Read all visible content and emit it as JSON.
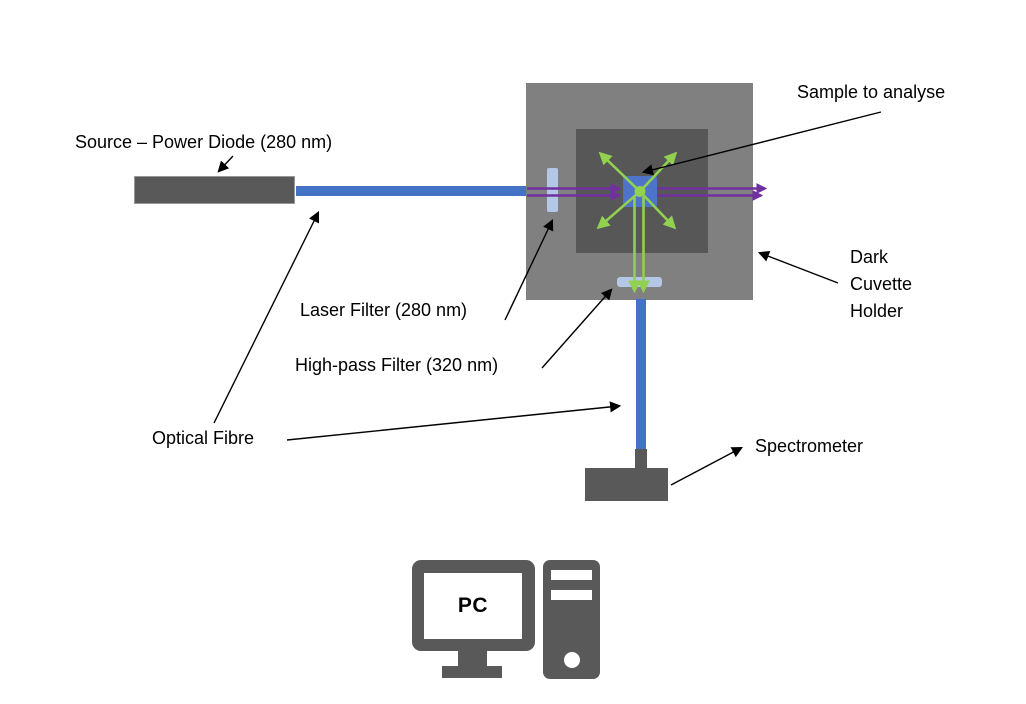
{
  "colors": {
    "background": "#ffffff",
    "text": "#000000",
    "component_gray": "#595959",
    "holder_gray": "#808080",
    "holder_inner_gray": "#575757",
    "fibre_blue": "#4472c4",
    "cuvette_blue": "#4d74c8",
    "filter_light_blue": "#b4c7e7",
    "beam_purple": "#7030a0",
    "emission_green": "#92d050"
  },
  "diagram": {
    "labels": {
      "source": "Source – Power Diode (280 nm)",
      "sample": "Sample to analyse",
      "laser_filter": "Laser Filter (280 nm)",
      "high_pass_filter": "High-pass Filter (320 nm)",
      "optical_fibre": "Optical Fibre",
      "holder_lines": [
        "Dark",
        "Cuvette",
        "Holder"
      ],
      "spectrometer": "Spectrometer",
      "pc": "PC"
    }
  }
}
